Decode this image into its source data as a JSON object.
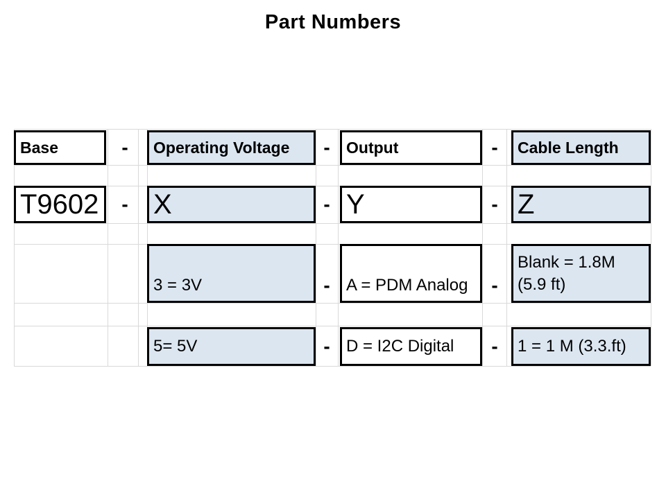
{
  "title": "Part Numbers",
  "separator": "-",
  "colors": {
    "highlight_fill": "#dce6f1",
    "gridline": "#d9d9d9",
    "box_border": "#000000",
    "text": "#000000",
    "background": "#ffffff"
  },
  "table": {
    "headers": [
      "Base",
      "Operating Voltage",
      "Output",
      "Cable Length"
    ],
    "codes": [
      "T9602",
      "X",
      "Y",
      "Z"
    ],
    "options_row1": [
      "3 = 3V",
      "A = PDM Analog",
      "Blank = 1.8M (5.9 ft)"
    ],
    "options_row2": [
      "5= 5V",
      "D = I2C Digital",
      "1 = 1 M (3.3.ft)"
    ]
  }
}
